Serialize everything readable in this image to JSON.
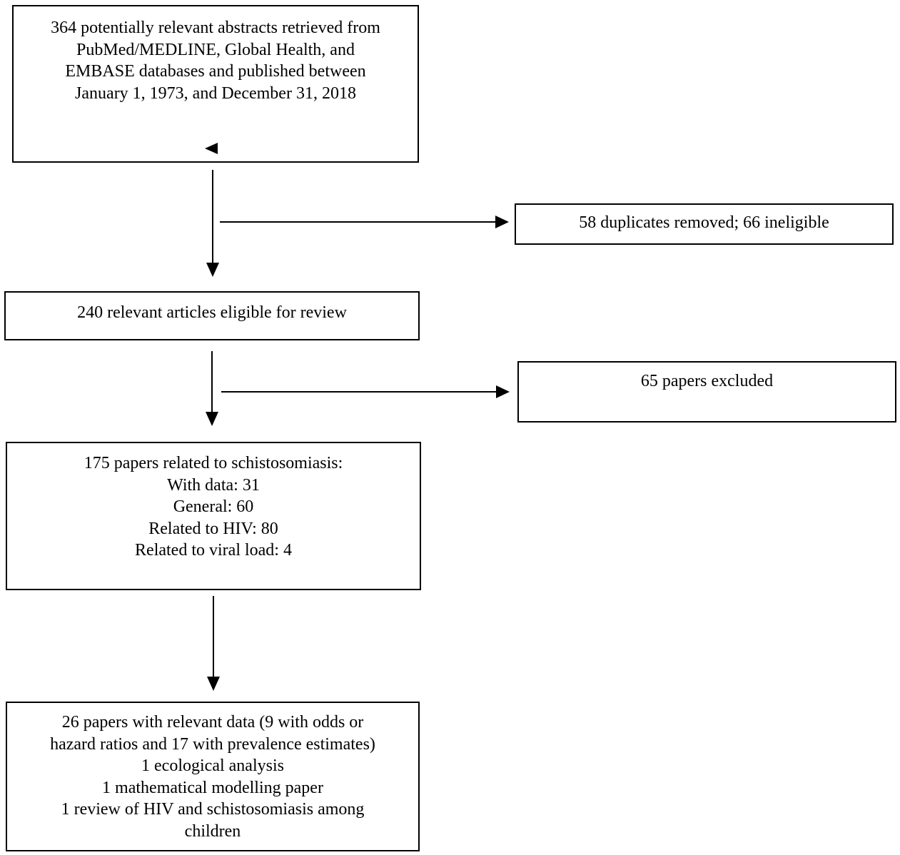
{
  "boxes": {
    "search": {
      "lines": [
        "364 potentially relevant abstracts retrieved from",
        "PubMed/MEDLINE, Global Health, and",
        "EMBASE databases and published between",
        "January 1, 1973, and December 31, 2018"
      ]
    },
    "removed": {
      "lines": [
        "58 duplicates removed; 66 ineligible"
      ]
    },
    "eligible": {
      "lines": [
        "240 relevant articles eligible for review"
      ]
    },
    "excluded": {
      "lines": [
        "65 papers excluded"
      ]
    },
    "schisto": {
      "lines": [
        "175 papers related to schistosomiasis:",
        "With data: 31",
        "General: 60",
        "Related to HIV: 80",
        "Related to viral load: 4"
      ]
    },
    "final": {
      "lines": [
        "26 papers with relevant data (9 with odds or",
        "hazard ratios and 17 with prevalence estimates)",
        "1 ecological analysis",
        "1 mathematical modelling paper",
        "1 review of HIV and schistosomiasis among",
        "children"
      ]
    }
  },
  "colors": {
    "stroke": "#000000",
    "background": "#ffffff"
  }
}
